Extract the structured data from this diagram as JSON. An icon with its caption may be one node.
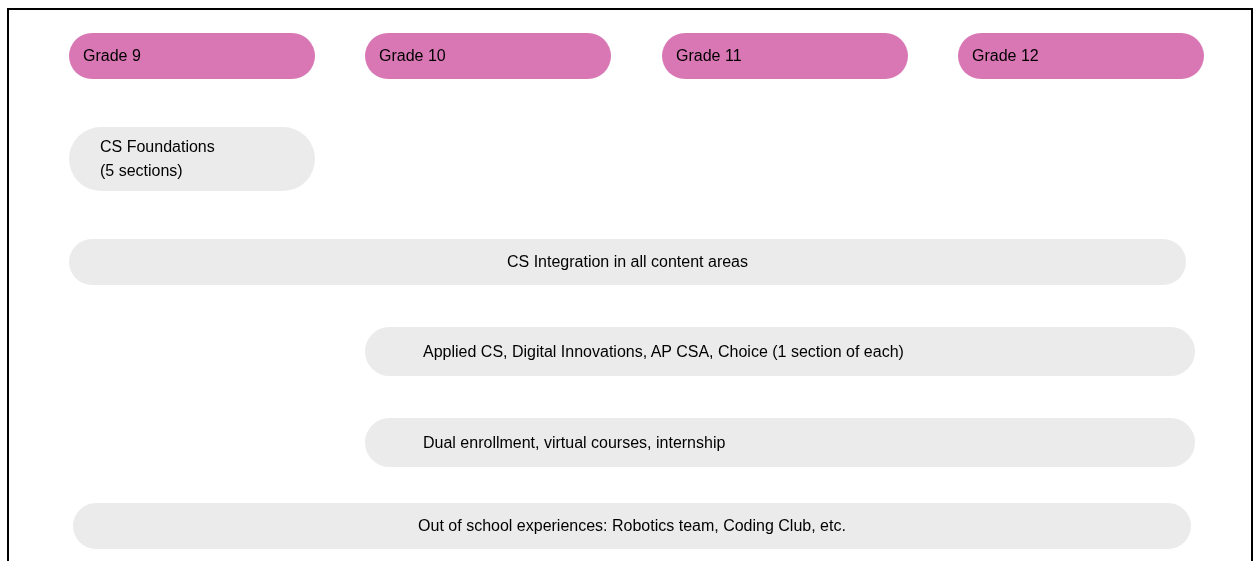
{
  "diagram": {
    "nodes": [
      {
        "text": [
          "Grade 9"
        ]
      },
      {
        "text": [
          "Grade 10"
        ]
      },
      {
        "text": [
          "Grade 11"
        ]
      },
      {
        "text": [
          "Grade 12"
        ]
      },
      {
        "text": [
          "CS Foundations (5 sections)"
        ]
      },
      {
        "text": [
          "CS Integration in all content areas"
        ]
      },
      {
        "text": [
          "Applied CS, Digital Innovations, AP CSA, Choice (1 section of each)"
        ]
      },
      {
        "text": [
          "Dual enrollment, virtual courses, internship"
        ]
      },
      {
        "text": [
          "Out of school experiences: Robotics team, Coding Club, etc."
        ]
      }
    ]
  }
}
